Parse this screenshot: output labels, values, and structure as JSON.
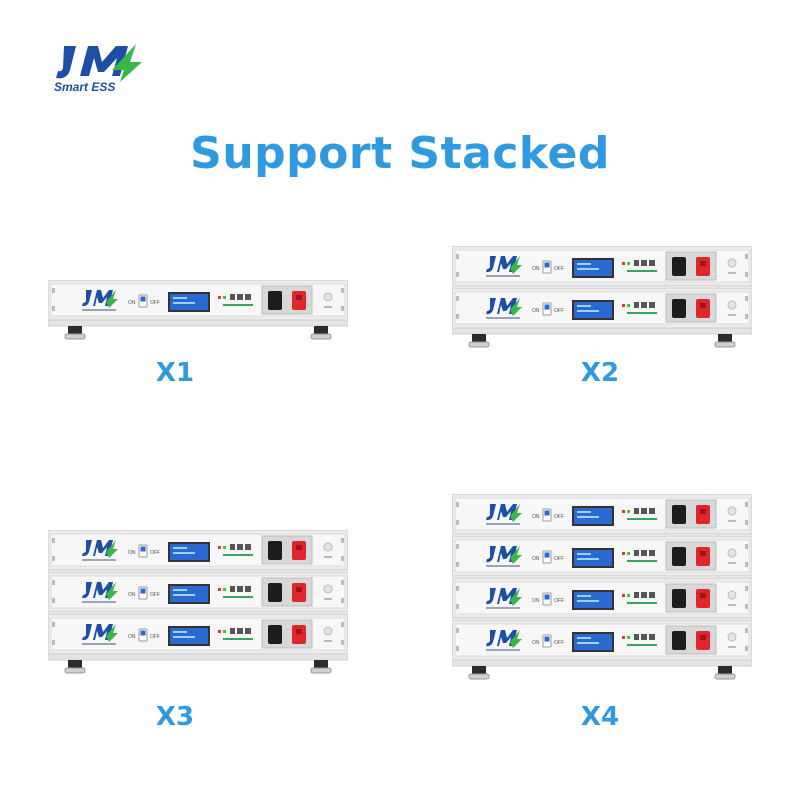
{
  "brand": {
    "logo_text": "JM",
    "tagline": "Smart ESS"
  },
  "title": "Support Stacked",
  "stacks": [
    {
      "label": "X1",
      "units": 1
    },
    {
      "label": "X2",
      "units": 2
    },
    {
      "label": "X3",
      "units": 3
    },
    {
      "label": "X4",
      "units": 4
    }
  ],
  "unit_panel": {
    "switch_on": "ON",
    "switch_off": "OFF"
  },
  "colors": {
    "accent": "#2f9ae0",
    "logo_blue": "#1e4fa8",
    "logo_green": "#39b54a",
    "terminal_red": "#e0262b",
    "terminal_black": "#1d1d1d",
    "lcd_blue": "#2a6ad0",
    "chassis": "#ececec"
  }
}
